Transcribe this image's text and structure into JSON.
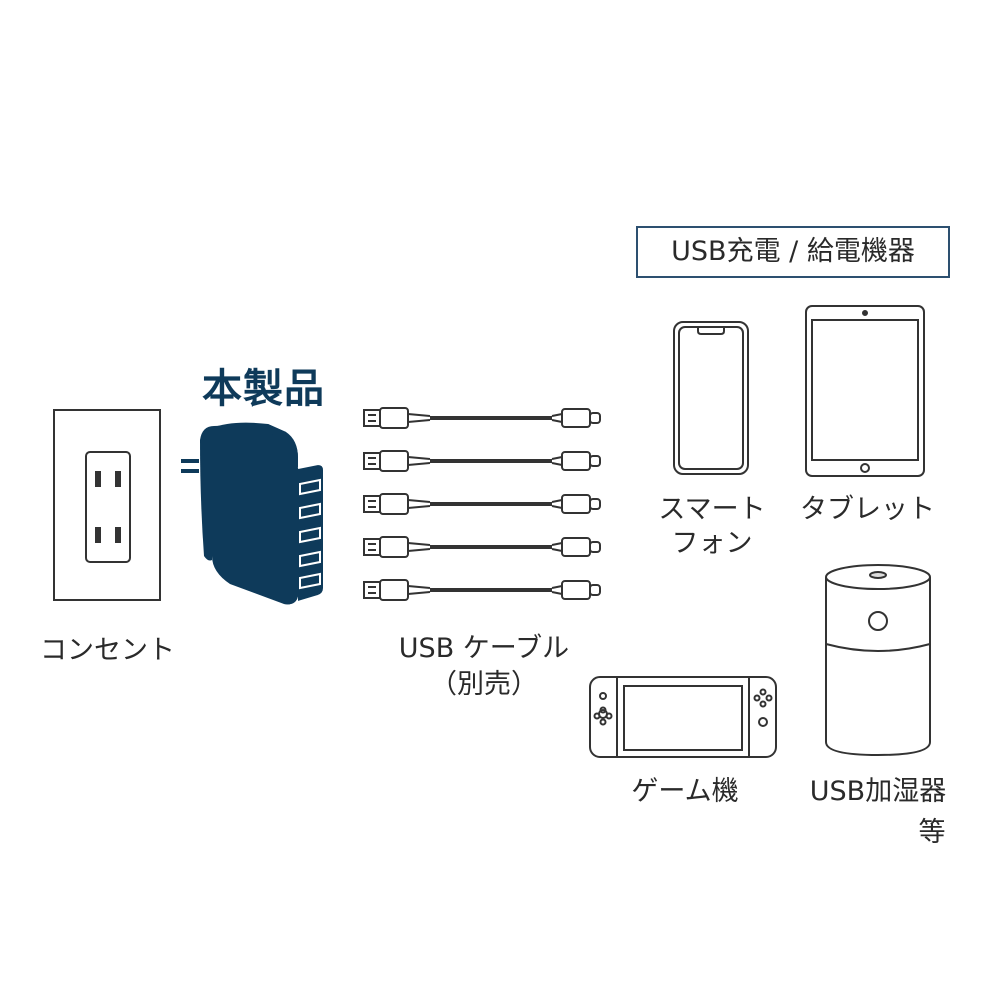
{
  "product_label": "本製品",
  "devices_header": "USB充電 / 給電機器",
  "outlet_label": "コンセント",
  "cable_label_line1": "USB ケーブル",
  "cable_label_line2": "（別売）",
  "smartphone_label_line1": "スマート",
  "smartphone_label_line2": "フォン",
  "tablet_label": "タブレット",
  "game_label": "ゲーム機",
  "humidifier_label": "USB加湿器",
  "etc_label": "等",
  "cable_count": 5,
  "colors": {
    "product": "#0e3a5a",
    "line": "#333333",
    "box_border": "#2d5070"
  }
}
